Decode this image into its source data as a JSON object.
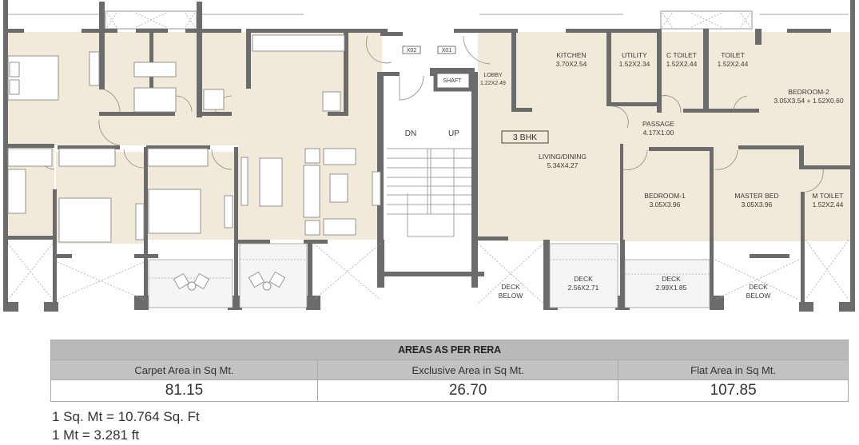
{
  "plan": {
    "unit_type": "3 BHK",
    "rooms": [
      {
        "name": "KITCHEN",
        "size": "3.70X2.54"
      },
      {
        "name": "UTILITY",
        "size": "1.52X2.34"
      },
      {
        "name": "C TOILET",
        "size": "1.52X2.44"
      },
      {
        "name": "TOILET",
        "size": "1.52X2.44"
      },
      {
        "name": "LOBBY",
        "size": "1.22X2.49"
      },
      {
        "name": "BEDROOM-2",
        "size": "3.05X3.54 + 1.52X0.60"
      },
      {
        "name": "PASSAGE",
        "size": "4.17X1.00"
      },
      {
        "name": "LIVING/DINING",
        "size": "5.34X4.27"
      },
      {
        "name": "BEDROOM-1",
        "size": "3.05X3.96"
      },
      {
        "name": "MASTER BED",
        "size": "3.05X3.96"
      },
      {
        "name": "M TOILET",
        "size": "1.52X2.44"
      },
      {
        "name": "DECK",
        "size": "2.56X2.71"
      },
      {
        "name": "DECK",
        "size": "2.99X1.85"
      }
    ],
    "deck_below_1": [
      "DECK",
      "BELOW"
    ],
    "deck_below_2": [
      "DECK",
      "BELOW"
    ],
    "shaft": "SHAFT",
    "exits": [
      "X02",
      "X01"
    ],
    "stairs": {
      "down": "DN",
      "up": "UP"
    }
  },
  "rera_table": {
    "title": "AREAS AS PER RERA",
    "headers": [
      "Carpet Area in Sq Mt.",
      "Exclusive Area in Sq Mt.",
      "Flat Area in Sq Mt."
    ],
    "values": [
      "81.15",
      "26.70",
      "107.85"
    ]
  },
  "conversions": [
    "1 Sq. Mt = 10.764 Sq. Ft",
    "1 Mt = 3.281 ft"
  ]
}
